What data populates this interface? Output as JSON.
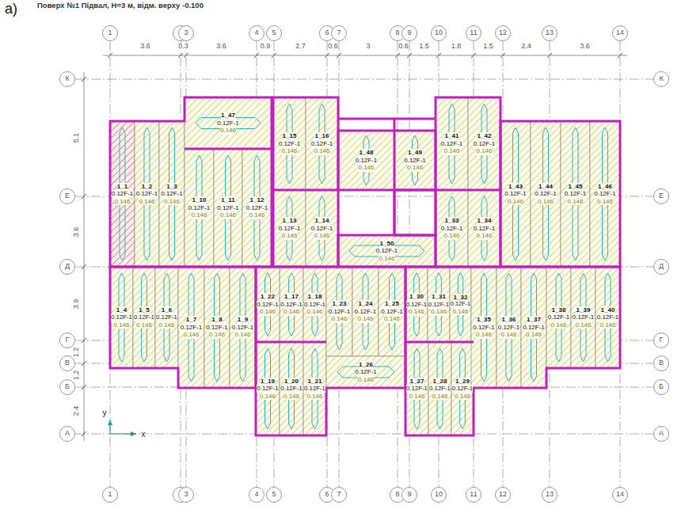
{
  "diagram": {
    "title": "Поверх №1 Підвал, H=3 м, відм. верху -0.100",
    "nodes": [
      {
        "text": [
          "1_1",
          "0.12F-1",
          "0.146"
        ]
      },
      {
        "text": [
          "1_2",
          "0.12F-1",
          "0.146"
        ]
      },
      {
        "text": [
          "1_3",
          "0.12F-1",
          "0.146"
        ]
      },
      {
        "text": [
          "1_4",
          "0.12F-1",
          "0.146"
        ]
      },
      {
        "text": [
          "1_5",
          "0.12F-1",
          "0.146"
        ]
      },
      {
        "text": [
          "1_6",
          "0.12F-1",
          "0.146"
        ]
      },
      {
        "text": [
          "1_7",
          "0.12F-1",
          "0.146"
        ]
      },
      {
        "text": [
          "1_8",
          "0.12F-1",
          "0.146"
        ]
      },
      {
        "text": [
          "1_9",
          "0.12F-1",
          "0.146"
        ]
      },
      {
        "text": [
          "1_10",
          "0.12F-1",
          "0.146"
        ]
      },
      {
        "text": [
          "1_11",
          "0.12F-1",
          "0.146"
        ]
      },
      {
        "text": [
          "1_12",
          "0.12F-1",
          "0.146"
        ]
      },
      {
        "text": [
          "1_13",
          "0.12F-1",
          "0.146"
        ]
      },
      {
        "text": [
          "1_14",
          "0.12F-1",
          "0.146"
        ]
      },
      {
        "text": [
          "1_15",
          "0.12F-1",
          "0.146"
        ]
      },
      {
        "text": [
          "1_16",
          "0.12F-1",
          "0.146"
        ]
      },
      {
        "text": [
          "1_17",
          "0.12F-1",
          "0.146"
        ]
      },
      {
        "text": [
          "1_18",
          "0.12F-1",
          "0.146"
        ]
      },
      {
        "text": [
          "1_19",
          "0.12F-1",
          "0.146"
        ]
      },
      {
        "text": [
          "1_20",
          "0.12F-1",
          "0.146"
        ]
      },
      {
        "text": [
          "1_21",
          "0.12F-1",
          "0.146"
        ]
      },
      {
        "text": [
          "1_22",
          "0.12F-1",
          "0.146"
        ]
      },
      {
        "text": [
          "1_23",
          "0.12F-1",
          "0.146"
        ]
      },
      {
        "text": [
          "1_24",
          "0.12F-1",
          "0.146"
        ]
      },
      {
        "text": [
          "1_25",
          "0.12F-1",
          "0.146"
        ]
      },
      {
        "text": [
          "1_26",
          "0.12F-1",
          "0.146"
        ]
      },
      {
        "text": [
          "1_27",
          "0.12F-1",
          "0.146"
        ]
      },
      {
        "text": [
          "1_28",
          "0.12F-1",
          "0.146"
        ]
      },
      {
        "text": [
          "1_29",
          "0.12F-1",
          "0.146"
        ]
      },
      {
        "text": [
          "1_30",
          "0.12F-1",
          "0.146"
        ]
      },
      {
        "text": [
          "1_31",
          "0.12F-1",
          "0.146"
        ]
      },
      {
        "text": [
          "1_32",
          "0.12F-1",
          "0.146"
        ]
      },
      {
        "text": [
          "1_33",
          "0.12F-1",
          "0.146"
        ]
      },
      {
        "text": [
          "1_34",
          "0.12F-1",
          "0.146"
        ]
      },
      {
        "text": [
          "1_35",
          "0.12F-1",
          "0.146"
        ]
      },
      {
        "text": [
          "1_36",
          "0.12F-1",
          "0.146"
        ]
      },
      {
        "text": [
          "1_37",
          "0.12F-1",
          "0.146"
        ]
      },
      {
        "text": [
          "1_38",
          "0.12F-1",
          "0.146"
        ]
      },
      {
        "text": [
          "1_39",
          "0.12F-1",
          "0.146"
        ]
      },
      {
        "text": [
          "1_40",
          "0.12F-1",
          "0.146"
        ]
      },
      {
        "text": [
          "1_41",
          "0.12F-1",
          "0.146"
        ]
      },
      {
        "text": [
          "1_42",
          "0.12F-1",
          "0.146"
        ]
      },
      {
        "text": [
          "1_43",
          "0.12F-1",
          "0.146"
        ]
      },
      {
        "text": [
          "1_44",
          "0.12F-1",
          "0.146"
        ]
      },
      {
        "text": [
          "1_45",
          "0.12F-1",
          "0.146"
        ]
      },
      {
        "text": [
          "1_46",
          "0.12F-1",
          "0.146"
        ]
      },
      {
        "text": [
          "1_47",
          "0.12F-1",
          "0.146"
        ]
      },
      {
        "text": [
          "1_48",
          "0.12F-1",
          "0.146"
        ]
      },
      {
        "text": [
          "1_49",
          "0.12F-1",
          "0.146"
        ]
      },
      {
        "text": [
          "1_50",
          "0.12F-1",
          "0.146"
        ]
      }
    ],
    "labels": [
      "а)",
      "1",
      "3",
      "4",
      "5",
      "6",
      "7",
      "8",
      "9",
      "10",
      "11",
      "12",
      "13",
      "14",
      "3.6",
      "0.3",
      "3.6",
      "0.9",
      "2.7",
      "0.6",
      "3",
      "0.6",
      "1.5",
      "1.8",
      "1.5",
      "2.4",
      "3.6",
      "К",
      "Е",
      "Д",
      "Г",
      "В",
      "Б",
      "А",
      "К",
      "Е",
      "Д",
      "Г",
      "В",
      "Б",
      "А",
      "5.1",
      "3.6",
      "3.9",
      "1.2",
      "1.2",
      "2.4",
      "1",
      "3",
      "4",
      "5",
      "6",
      "7",
      "8",
      "9",
      "10",
      "11",
      "12",
      "13",
      "14",
      "y",
      "x"
    ]
  }
}
